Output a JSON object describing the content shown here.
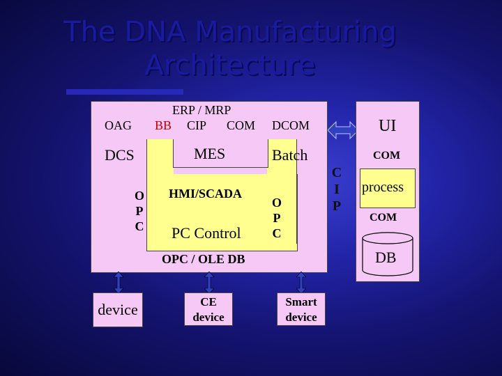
{
  "title": {
    "line1": "The DNA Manufacturing",
    "line2": "Architecture"
  },
  "main_panel": {
    "oag": "OAG",
    "erp_mrp": "ERP / MRP",
    "bb": "BB",
    "cip": "CIP",
    "com": "COM",
    "dcom": "DCOM",
    "dcs": "DCS",
    "mes": "MES",
    "batch": "Batch",
    "opc_left": [
      "O",
      "P",
      "C"
    ],
    "hmi_scada": "HMI/SCADA",
    "pc_control": "PC Control",
    "opc_right": [
      "O",
      "P",
      "C"
    ],
    "opc_ole_db": "OPC / OLE DB"
  },
  "cip_vertical": [
    "C",
    "I",
    "P"
  ],
  "right_panel": {
    "ui": "UI",
    "com_top": "COM",
    "process": "process",
    "com_bottom": "COM",
    "db": "DB"
  },
  "devices": {
    "device": "device",
    "ce_device": [
      "CE",
      "device"
    ],
    "smart_device": [
      "Smart",
      "device"
    ]
  },
  "colors": {
    "background": "#2224a8",
    "title": "#1a1aa0",
    "main_panel": "#f6c8f6",
    "boxes": "#ffff90",
    "arrow": "#3040c0",
    "bb_text": "#c00000"
  }
}
